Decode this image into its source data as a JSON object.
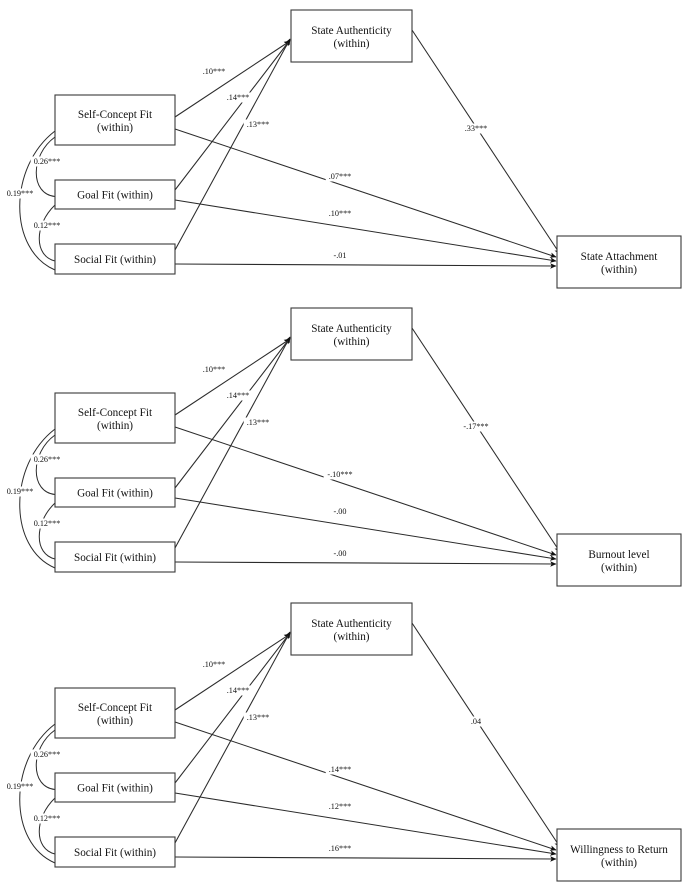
{
  "figure": {
    "type": "path-diagram",
    "panel_count": 3,
    "background_color": "#ffffff",
    "line_color": "#2b2b2b",
    "box_stroke_color": "#3a3a3a"
  },
  "shared": {
    "predictors": [
      {
        "label_line1": "Self-Concept Fit",
        "label_line2": "(within)"
      },
      {
        "label_line1": "Goal Fit (within)",
        "label_line2": ""
      },
      {
        "label_line1": "Social Fit (within)",
        "label_line2": ""
      }
    ],
    "mediator": {
      "label_line1": "State Authenticity",
      "label_line2": "(within)"
    },
    "correlations": [
      {
        "name": "self-concept-to-goal",
        "value": "0.26***"
      },
      {
        "name": "self-concept-to-social",
        "value": "0.19***"
      },
      {
        "name": "goal-to-social",
        "value": "0.12***"
      }
    ],
    "predictor_to_mediator": [
      {
        "from": "Self-Concept Fit (within)",
        "value": ".10***"
      },
      {
        "from": "Goal Fit (within)",
        "value": ".14***"
      },
      {
        "from": "Social Fit (within)",
        "value": ".13***"
      }
    ]
  },
  "panels": [
    {
      "id": "panel-state-attachment",
      "outcome": {
        "label_line1": "State Attachment",
        "label_line2": "(within)"
      },
      "mediator_to_outcome": ".33***",
      "direct_paths": [
        {
          "from": "Self-Concept Fit (within)",
          "value": ".07***"
        },
        {
          "from": "Goal Fit (within)",
          "value": ".10***"
        },
        {
          "from": "Social Fit (within)",
          "value": "-.01"
        }
      ]
    },
    {
      "id": "panel-burnout-level",
      "outcome": {
        "label_line1": "Burnout level",
        "label_line2": "(within)"
      },
      "mediator_to_outcome": "-.17***",
      "direct_paths": [
        {
          "from": "Self-Concept Fit (within)",
          "value": "-.10***"
        },
        {
          "from": "Goal Fit (within)",
          "value": "-.00"
        },
        {
          "from": "Social Fit (within)",
          "value": "-.00"
        }
      ]
    },
    {
      "id": "panel-willingness-to-return",
      "outcome": {
        "label_line1": "Willingness to Return",
        "label_line2": "(within)"
      },
      "mediator_to_outcome": ".04",
      "direct_paths": [
        {
          "from": "Self-Concept Fit (within)",
          "value": ".14***"
        },
        {
          "from": "Goal Fit (within)",
          "value": ".12***"
        },
        {
          "from": "Social Fit (within)",
          "value": ".16***"
        }
      ]
    }
  ]
}
